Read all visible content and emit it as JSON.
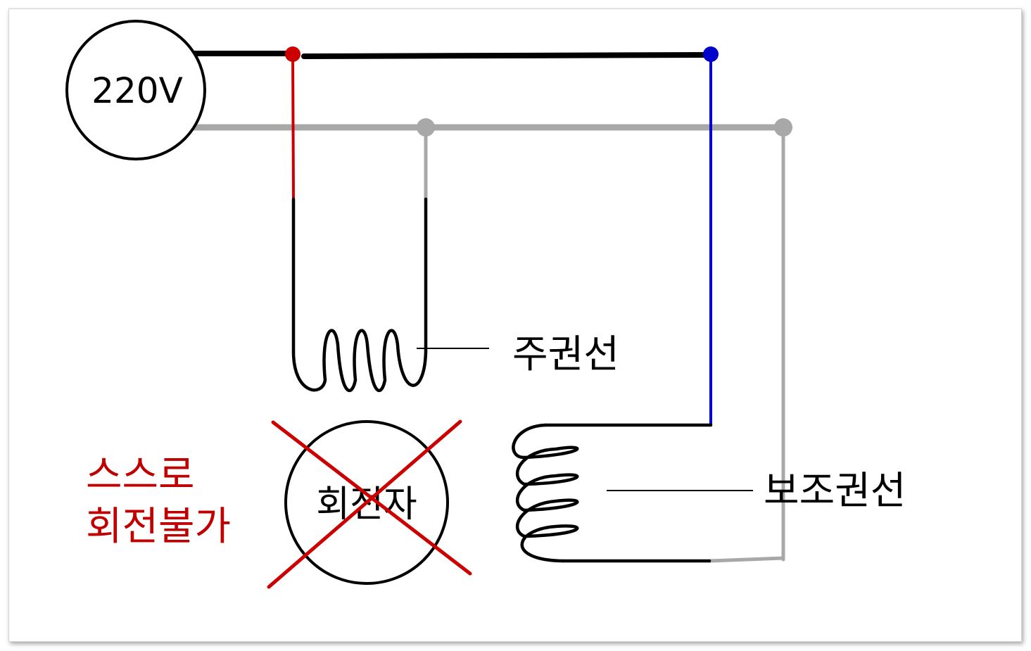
{
  "source": {
    "label": "220V"
  },
  "windings": {
    "main_label": "주권선",
    "aux_label": "보조권선"
  },
  "rotor": {
    "label": "회전자"
  },
  "note": {
    "line1": "스스로",
    "line2": "회전불가"
  },
  "colors": {
    "line_wire": "#000000",
    "live_tap": "#cc0000",
    "aux_feed": "#0000cc",
    "neutral_wire": "#a8a8a8",
    "cross_mark": "#cc0000",
    "note_text": "#c00000"
  }
}
